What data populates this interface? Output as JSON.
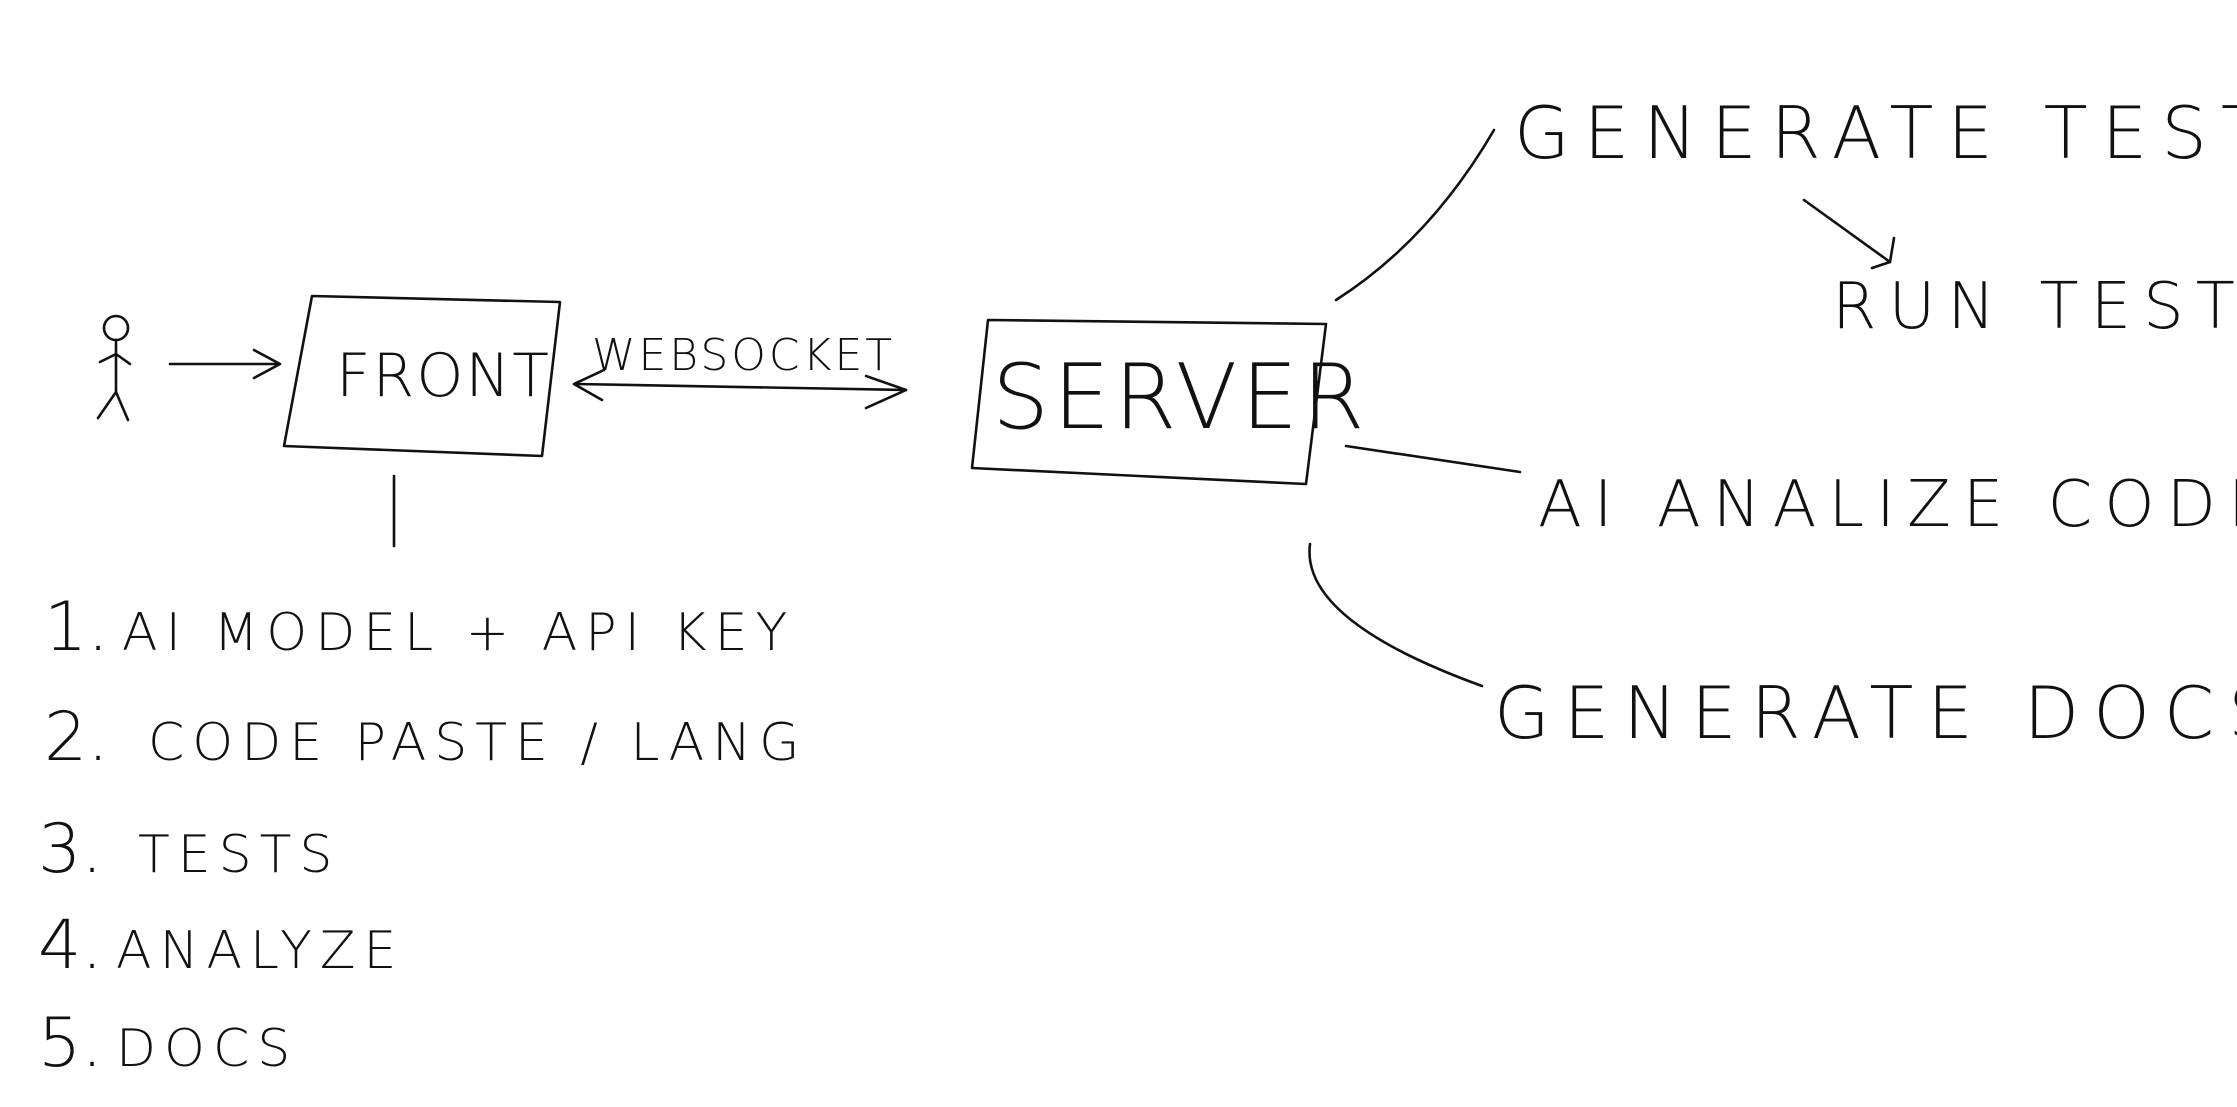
{
  "diagram": {
    "nodes": {
      "front": "FRONT",
      "server": "SERVER",
      "generate_tests": "GENERATE TESTS",
      "run_tests": "RUN TESTS",
      "ai_analize_code": "AI ANALIZE CODE",
      "generate_docs": "GENERATE DOCS"
    },
    "edges": {
      "websocket": "WEBSOCKET"
    },
    "steps": [
      {
        "num": "1.",
        "text": "AI MODEL + API KEY"
      },
      {
        "num": "2.",
        "text": "CODE PASTE / LANG"
      },
      {
        "num": "3.",
        "text": "TESTS"
      },
      {
        "num": "4.",
        "text": "ANALYZE"
      },
      {
        "num": "5.",
        "text": "DOCS"
      }
    ]
  },
  "icons": {
    "user": "stick-figure-icon"
  },
  "colors": {
    "ink": "#111111",
    "background": "#ffffff"
  }
}
